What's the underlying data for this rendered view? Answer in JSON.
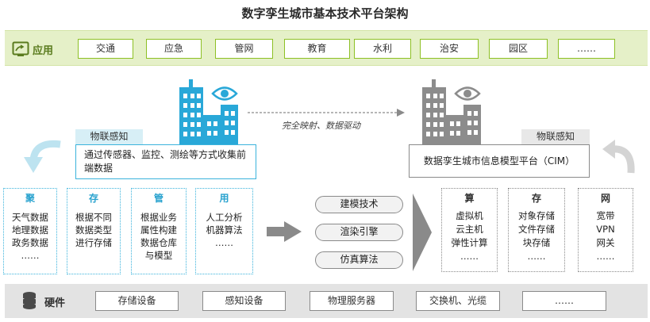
{
  "title": "数字孪生城市基本技术平台架构",
  "app": {
    "label": "应用",
    "items": [
      "交通",
      "应急",
      "管网",
      "教育",
      "水利",
      "治安",
      "园区",
      "……"
    ]
  },
  "map_label": "完全映射、数据驱动",
  "left": {
    "tag": "物联感知",
    "box": "通过传感器、监控、测绘等方式收集前端数据",
    "cols": [
      {
        "head": "聚",
        "lines": [
          "天气数据",
          "地理数据",
          "政务数据",
          "……"
        ]
      },
      {
        "head": "存",
        "lines": [
          "根据不同",
          "数据类型",
          "进行存储"
        ]
      },
      {
        "head": "管",
        "lines": [
          "根据业务",
          "属性构建",
          "数据仓库",
          "与模型"
        ]
      },
      {
        "head": "用",
        "lines": [
          "人工分析",
          "机器算法",
          "……"
        ]
      }
    ]
  },
  "middle": {
    "pills": [
      "建模技术",
      "渲染引擎",
      "仿真算法"
    ]
  },
  "right": {
    "tag": "物联感知",
    "box": "数据孪生城市信息模型平台（CIM）",
    "cols": [
      {
        "head": "算",
        "lines": [
          "虚拟机",
          "云主机",
          "弹性计算",
          "……"
        ]
      },
      {
        "head": "存",
        "lines": [
          "对象存储",
          "文件存储",
          "块存储",
          "……"
        ]
      },
      {
        "head": "网",
        "lines": [
          "宽带",
          "VPN",
          "网关",
          "……"
        ]
      }
    ]
  },
  "hardware": {
    "label": "硬件",
    "items": [
      "存储设备",
      "感知设备",
      "物理服务器",
      "交换机、光缆",
      "……"
    ]
  },
  "colors": {
    "app_band": "#e5f0c8",
    "app_border": "#8dc024",
    "blue": "#3bb3dc",
    "gray": "#8a8a8a",
    "hw_band": "#e3e3e3"
  },
  "icons": [
    "app-screen-icon",
    "blue-city-buildings-icon",
    "gray-city-buildings-icon",
    "eye-icon",
    "curved-down-arrow-icon",
    "curved-back-arrow-icon",
    "right-arrow-icon",
    "chevron-right-icon",
    "database-icon"
  ]
}
